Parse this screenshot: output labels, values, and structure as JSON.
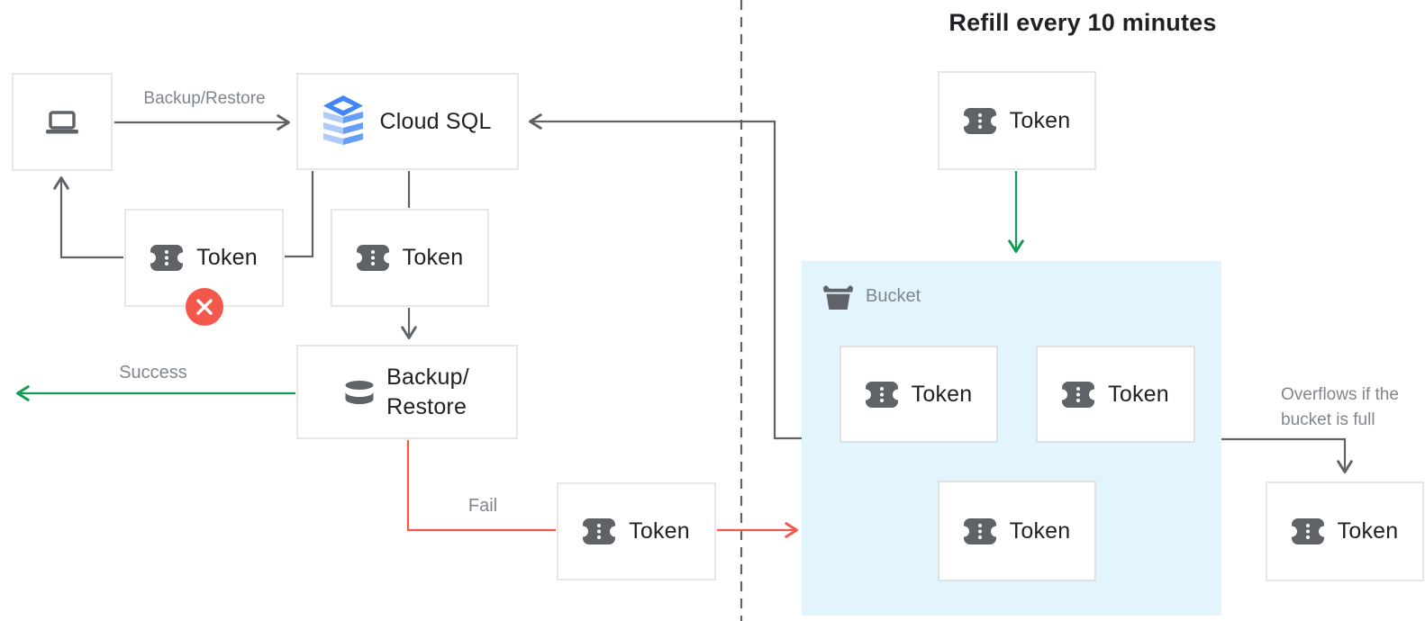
{
  "title": "Refill every 10 minutes",
  "labels": {
    "token": "Token",
    "cloud_sql": "Cloud SQL",
    "backup_line1": "Backup/",
    "backup_line2": "Restore",
    "bucket": "Bucket"
  },
  "edge_labels": {
    "backup_restore": "Backup/Restore",
    "success": "Success",
    "fail": "Fail",
    "overflow": "Overflows if the bucket is full"
  },
  "icons": {
    "client": "laptop-icon",
    "cloud_sql": "cloud-sql-stack-icon",
    "token": "token-ticket-icon",
    "backup_restore": "database-icon",
    "bucket": "bucket-icon",
    "fail_badge": "x-circle-icon"
  },
  "colors": {
    "success_green": "#119b57",
    "fail_red": "#f4584c",
    "line_gray": "#5f6368",
    "bucket_blue": "#e2f4fd",
    "cloud_sql_blue": "#4285f4",
    "border_gray": "#e7e7e7",
    "muted_text": "#80868b",
    "dark_text": "#202124"
  }
}
